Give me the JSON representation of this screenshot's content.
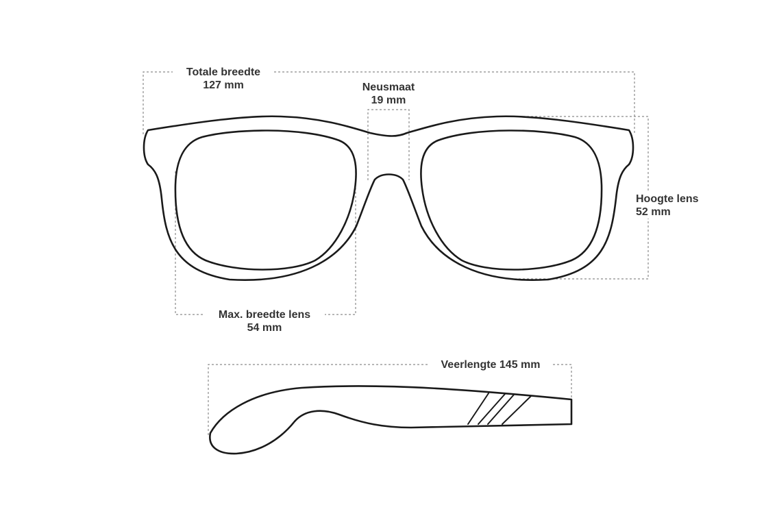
{
  "dimensions": {
    "total_width": {
      "label": "Totale breedte",
      "value": "127 mm"
    },
    "nose_size": {
      "label": "Neusmaat",
      "value": "19 mm"
    },
    "lens_height": {
      "label": "Hoogte lens",
      "value": "52 mm"
    },
    "lens_max_width": {
      "label": "Max. breedte lens",
      "value": "54 mm"
    },
    "temple_length": {
      "label": "Veerlengte 145 mm"
    }
  },
  "colors": {
    "outline": "#1a1a1a",
    "guide": "#8a8a8a",
    "text": "#333333"
  }
}
